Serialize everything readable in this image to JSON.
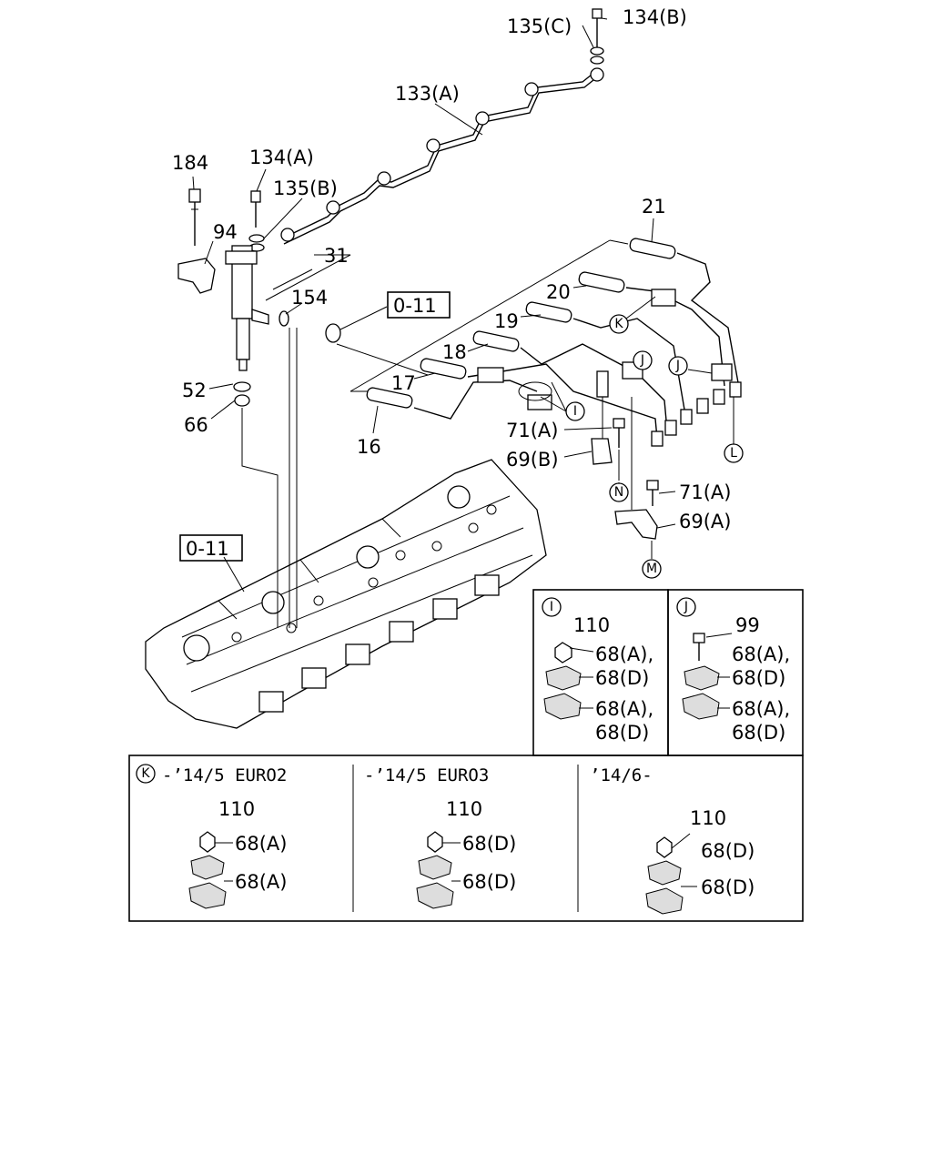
{
  "labels": {
    "l135c": "135(C)",
    "l134b": "134(B)",
    "l133a": "133(A)",
    "l184": "184",
    "l134a": "134(A)",
    "l135b": "135(B)",
    "l94": "94",
    "l31": "31",
    "l154": "154",
    "ref_top": "0-11",
    "ref_head": "0-11",
    "l52": "52",
    "l66": "66",
    "l21": "21",
    "l20": "20",
    "l19": "19",
    "l18": "18",
    "l17": "17",
    "l16": "16",
    "l71a_1": "71(A)",
    "l69b": "69(B)",
    "l71a_2": "71(A)",
    "l69a": "69(A)"
  },
  "markers": {
    "I": "I",
    "J": "J",
    "K": "K",
    "L": "L",
    "M": "M",
    "N": "N"
  },
  "box_i": {
    "marker": "I",
    "nut": "110",
    "clip1_a": "68(A),",
    "clip1_b": "68(D)",
    "clip2_a": "68(A),",
    "clip2_b": "68(D)"
  },
  "box_j": {
    "marker": "J",
    "bolt": "99",
    "clip1_a": "68(A),",
    "clip1_b": "68(D)",
    "clip2_a": "68(A),",
    "clip2_b": "68(D)"
  },
  "box_k": {
    "marker": "K",
    "col1": {
      "header": "-’14/5 EURO2",
      "nut": "110",
      "clip1": "68(A)",
      "clip2": "68(A)"
    },
    "col2": {
      "header": "-’14/5 EURO3",
      "nut": "110",
      "clip1": "68(D)",
      "clip2": "68(D)"
    },
    "col3": {
      "header": "’14/6-",
      "nut": "110",
      "clip1": "68(D)",
      "clip2": "68(D)"
    }
  }
}
